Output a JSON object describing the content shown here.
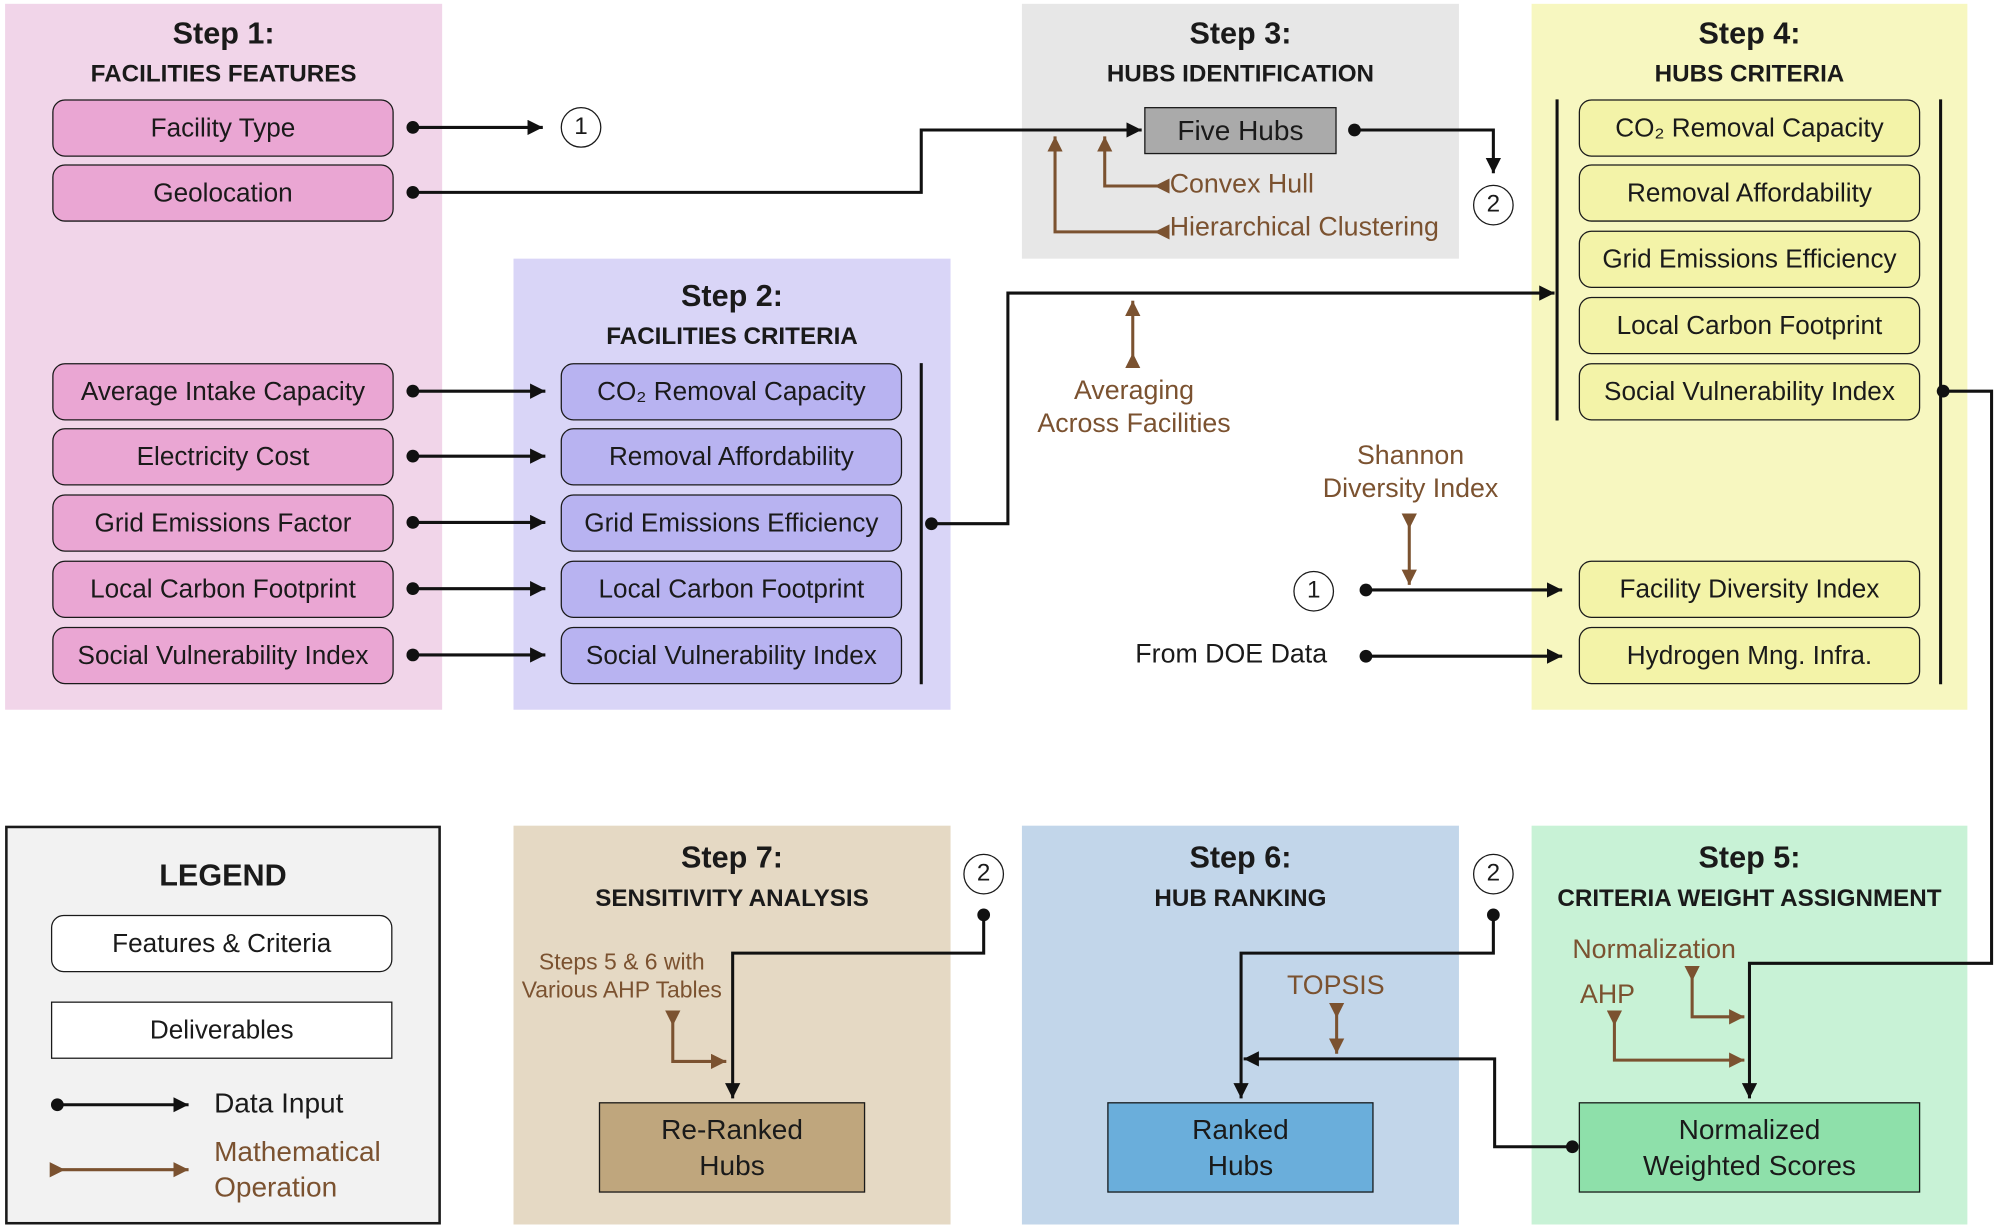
{
  "colors": {
    "step1_bg": "#f1d5e9",
    "step1_box": "#eaa6d3",
    "step2_bg": "#d9d5f7",
    "step2_box": "#b8b3f1",
    "step3_bg": "#e7e7e7",
    "step3_box": "#aaaaaa",
    "step4_bg": "#f7f7c0",
    "step4_box": "#f3f3a8",
    "step5_bg": "#c8f2d6",
    "step5_box": "#8ee0aa",
    "step6_bg": "#c2d6ea",
    "step6_box": "#6aaedb",
    "step7_bg": "#e5d9c4",
    "step7_box": "#bfa67d",
    "legend_bg": "#f2f2f2",
    "data_arrow": "#111111",
    "math_arrow": "#7b5230"
  },
  "step1": {
    "title": "Step 1:",
    "subtitle": "FACILITIES FEATURES",
    "top_items": [
      "Facility Type",
      "Geolocation"
    ],
    "items": [
      "Average Intake Capacity",
      "Electricity Cost",
      "Grid Emissions Factor",
      "Local Carbon Footprint",
      "Social Vulnerability Index"
    ]
  },
  "step2": {
    "title": "Step 2:",
    "subtitle": "FACILITIES CRITERIA",
    "items": [
      "CO₂ Removal Capacity",
      "Removal Affordability",
      "Grid Emissions Efficiency",
      "Local Carbon Footprint",
      "Social Vulnerability Index"
    ]
  },
  "step3": {
    "title": "Step 3:",
    "subtitle": "HUBS IDENTIFICATION",
    "deliverable": "Five Hubs",
    "op_convex": "Convex Hull",
    "op_cluster": "Hierarchical Clustering"
  },
  "step4": {
    "title": "Step 4:",
    "subtitle": "HUBS CRITERIA",
    "items": [
      "CO₂ Removal Capacity",
      "Removal Affordability",
      "Grid Emissions Efficiency",
      "Local Carbon Footprint",
      "Social Vulnerability Index"
    ],
    "bottom_items": [
      "Facility Diversity Index",
      "Hydrogen Mng. Infra."
    ]
  },
  "step5": {
    "title": "Step 5:",
    "subtitle": "CRITERIA WEIGHT ASSIGNMENT",
    "op_norm": "Normalization",
    "op_ahp": "AHP",
    "deliverable": "Normalized\nWeighted Scores"
  },
  "step6": {
    "title": "Step 6:",
    "subtitle": "HUB RANKING",
    "op": "TOPSIS",
    "deliverable": "Ranked\nHubs"
  },
  "step7": {
    "title": "Step 7:",
    "subtitle": "SENSITIVITY ANALYSIS",
    "op": "Steps 5 & 6 with\nVarious AHP Tables",
    "deliverable": "Re-Ranked\nHubs"
  },
  "middle": {
    "averaging": "Averaging\nAcross Facilities",
    "shannon": "Shannon\nDiversity Index",
    "doe": "From DOE Data"
  },
  "connectors": {
    "one": "1",
    "two": "2"
  },
  "legend": {
    "title": "LEGEND",
    "features": "Features & Criteria",
    "deliverables": "Deliverables",
    "data_input": "Data Input",
    "math_op": "Mathematical\nOperation"
  }
}
